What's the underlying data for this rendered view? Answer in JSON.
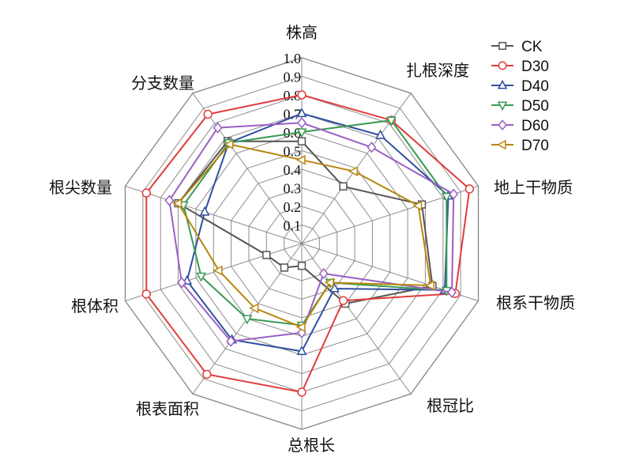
{
  "chart_data": {
    "type": "radar",
    "axes": [
      "株高",
      "扎根深度",
      "地上干物质",
      "根系干物质",
      "根冠比",
      "总根长",
      "根表面积",
      "根体积",
      "根尖数量",
      "分支数量"
    ],
    "rlim": [
      0,
      1.0
    ],
    "ticks": [
      "0.1",
      "0.2",
      "0.3",
      "0.4",
      "0.5",
      "0.6",
      "0.7",
      "0.8",
      "0.9",
      "1.0"
    ],
    "grid": true,
    "legend_position": "top-right",
    "series": [
      {
        "name": "CK",
        "color": "#555555",
        "marker": "square",
        "values": [
          0.55,
          0.38,
          0.68,
          0.74,
          0.4,
          0.12,
          0.16,
          0.2,
          0.7,
          0.68
        ]
      },
      {
        "name": "D30",
        "color": "#e03c3c",
        "marker": "circle",
        "values": [
          0.8,
          0.82,
          0.95,
          0.87,
          0.38,
          0.8,
          0.87,
          0.88,
          0.88,
          0.86
        ]
      },
      {
        "name": "D40",
        "color": "#2f4f9f",
        "marker": "triangle-up",
        "values": [
          0.7,
          0.72,
          0.83,
          0.81,
          0.3,
          0.58,
          0.64,
          0.65,
          0.55,
          0.67
        ]
      },
      {
        "name": "D50",
        "color": "#3a9a52",
        "marker": "triangle-down",
        "values": [
          0.6,
          0.82,
          0.82,
          0.82,
          0.26,
          0.44,
          0.5,
          0.57,
          0.67,
          0.67
        ]
      },
      {
        "name": "D60",
        "color": "#9a60c4",
        "marker": "diamond",
        "values": [
          0.65,
          0.64,
          0.86,
          0.85,
          0.2,
          0.48,
          0.65,
          0.68,
          0.75,
          0.77
        ]
      },
      {
        "name": "D70",
        "color": "#b8860b",
        "marker": "triangle-left",
        "values": [
          0.45,
          0.48,
          0.66,
          0.73,
          0.26,
          0.45,
          0.43,
          0.47,
          0.7,
          0.66
        ]
      }
    ]
  }
}
